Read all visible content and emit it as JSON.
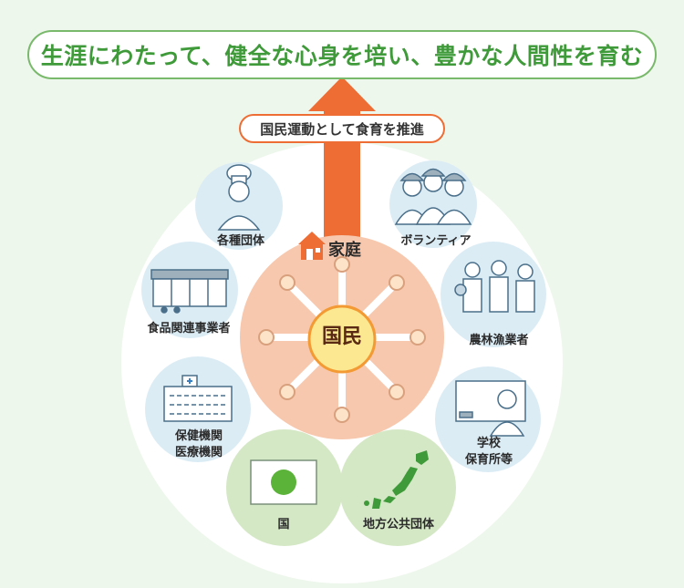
{
  "goal": "生涯にわたって、健全な心身を培い、豊かな人間性を育む",
  "promotion": "国民運動として食育を推進",
  "center": {
    "label": "国民",
    "family": "家庭"
  },
  "stakeholders": [
    {
      "key": "groups",
      "lines": [
        "各種団体"
      ],
      "icon": "chef-icon"
    },
    {
      "key": "volunteer",
      "lines": [
        "ボランティア"
      ],
      "icon": "volunteers-icon"
    },
    {
      "key": "food",
      "lines": [
        "食品関連事業者"
      ],
      "icon": "store-icon"
    },
    {
      "key": "farming",
      "lines": [
        "農林漁業者"
      ],
      "icon": "farmers-icon"
    },
    {
      "key": "health",
      "lines": [
        "保健機関",
        "医療機関"
      ],
      "icon": "hospital-icon"
    },
    {
      "key": "school",
      "lines": [
        "学校",
        "保育所等"
      ],
      "icon": "teacher-icon"
    },
    {
      "key": "nation",
      "lines": [
        "国"
      ],
      "icon": "japan-flag-icon"
    },
    {
      "key": "local",
      "lines": [
        "地方公共団体"
      ],
      "icon": "japan-map-icon"
    }
  ],
  "colors": {
    "background": "#eef7ec",
    "banner_border": "#79b96b",
    "banner_text": "#3f9a3a",
    "arrow": "#ee6d35",
    "blue_circle": "#dcecf5",
    "green_circle": "#d5e8c6",
    "family_circle": "#f7c8ad",
    "citizen_circle": "#fbe890",
    "citizen_ring": "#f39a34"
  }
}
